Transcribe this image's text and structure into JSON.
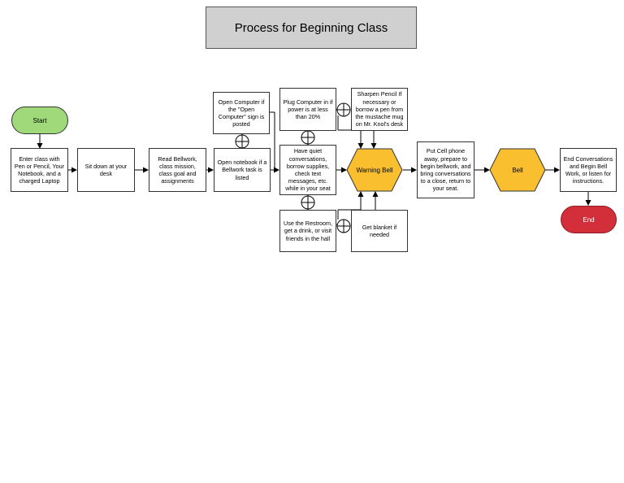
{
  "title": "Process for Beginning Class",
  "nodes": {
    "start": "Start",
    "enter_class": "Enter class with Pen or Pencil, Your Notebook, and a charged Laptop",
    "sit_down": "Sit down at your desk",
    "read_bellwork": "Read Bellwork, class mission, class goal and assignments",
    "open_computer": "Open Computer if the \"Open Computer\" sign is posted",
    "open_notebook": "Open notebook if a Bellwork task is listed",
    "plug_computer": "Plug Computer in if power is at less than 20%",
    "sharpen_pencil": "Sharpen Pencil If necessary or borrow a pen from the mustache mug on Mr. Knol's desk",
    "quiet_conversations": "Have quiet conversations, borrow supplies, check text messages, etc. while in your seat",
    "restroom": "Use the Restroom, get a drink, or visit friends in the hall",
    "blanket": "Get  blanket if needed",
    "warning_bell": "Warning Bell",
    "put_phone_away": "Put Cell phone away, prepare to begin bellwork, and bring conversations to a close, return to your seat.",
    "bell": "Bell",
    "end_conversations": "End Conversations and Begin Bell Work, or listen for instructions.",
    "end": "End"
  },
  "colors": {
    "start": "#9fd97a",
    "end": "#d32f3a",
    "hexagon": "#f9bf2f",
    "title_bg": "#d0d0d0"
  },
  "icons": {
    "or_junction": "circle-plus-icon"
  }
}
